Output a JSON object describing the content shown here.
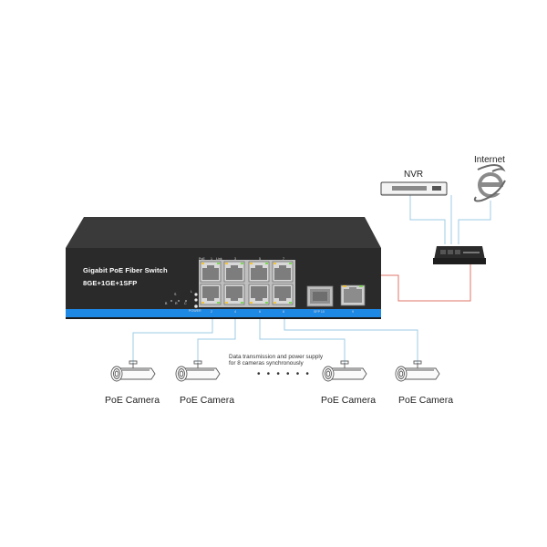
{
  "switch": {
    "title_line1": "Gigabit PoE Fiber Switch",
    "title_line2": "8GE+1GE+1SFP",
    "label_poe": "PoE",
    "label_link": "Link",
    "port_numbers_top": [
      "1",
      "3",
      "5",
      "7"
    ],
    "port_numbers_bottom": [
      "2",
      "4",
      "6",
      "8"
    ],
    "label_sfp": "SFP 10",
    "label_port9": "9",
    "label_power": "POWER",
    "led_labels": [
      "B",
      "R",
      "C"
    ],
    "side_labels": [
      "S",
      "L"
    ],
    "accent_color": "#1e88e5"
  },
  "devices": {
    "nvr_label": "NVR",
    "internet_label": "Internet",
    "internet_icon": "ie-browser-icon",
    "router_icon": "router-icon"
  },
  "cameras": [
    {
      "label": "PoE Camera"
    },
    {
      "label": "PoE Camera"
    },
    {
      "label": "PoE Camera"
    },
    {
      "label": "PoE Camera"
    }
  ],
  "note": {
    "line1": "Data transmission and power supply",
    "line2": "for 8 cameras synchronously",
    "ellipsis": "• • • • • •"
  },
  "colors": {
    "cable_blue": "#9ccbe4",
    "cable_red": "#e0756a",
    "switch_body": "#2a2a2a",
    "switch_top": "#3a3a3a"
  }
}
